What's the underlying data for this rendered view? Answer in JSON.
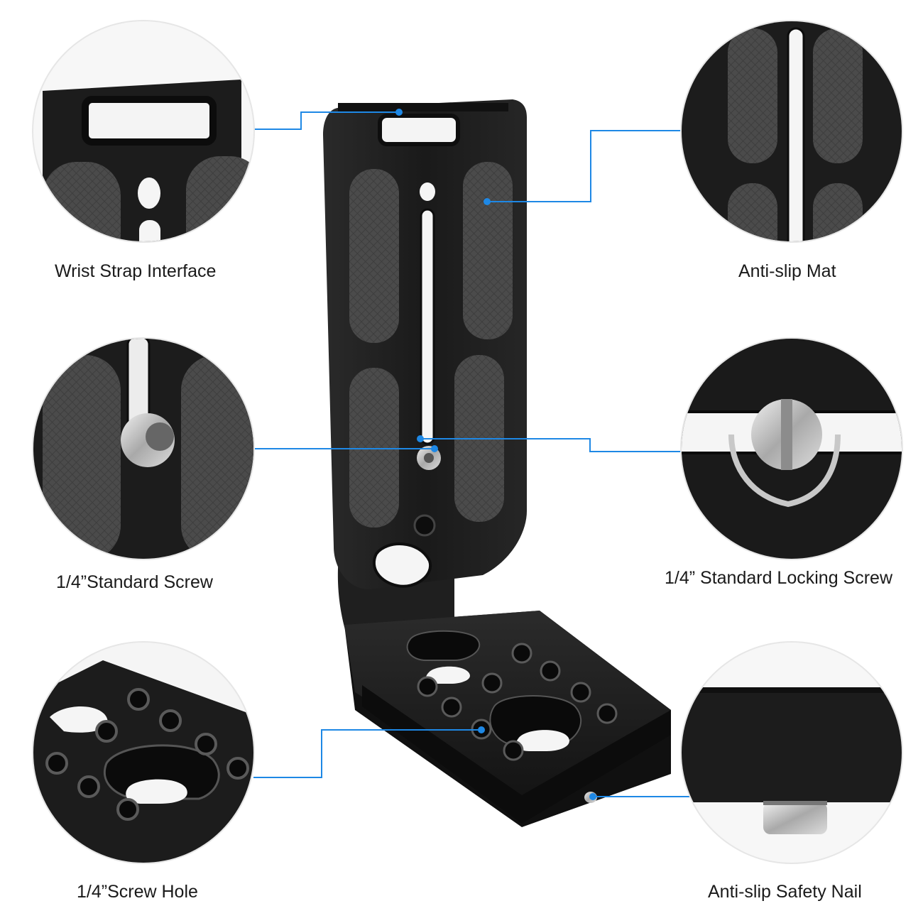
{
  "labels": {
    "wrist_strap": "Wrist Strap Interface",
    "anti_slip_mat": "Anti-slip Mat",
    "standard_screw": "1/4”Standard Screw",
    "locking_screw": "1/4” Standard Locking Screw",
    "screw_hole": "1/4”Screw Hole",
    "safety_nail": "Anti-slip Safety Nail"
  },
  "colors": {
    "callout_line": "#1e88e5",
    "metal": "#1c1c1c",
    "pad": "#4a4a4a",
    "background": "#ffffff"
  }
}
